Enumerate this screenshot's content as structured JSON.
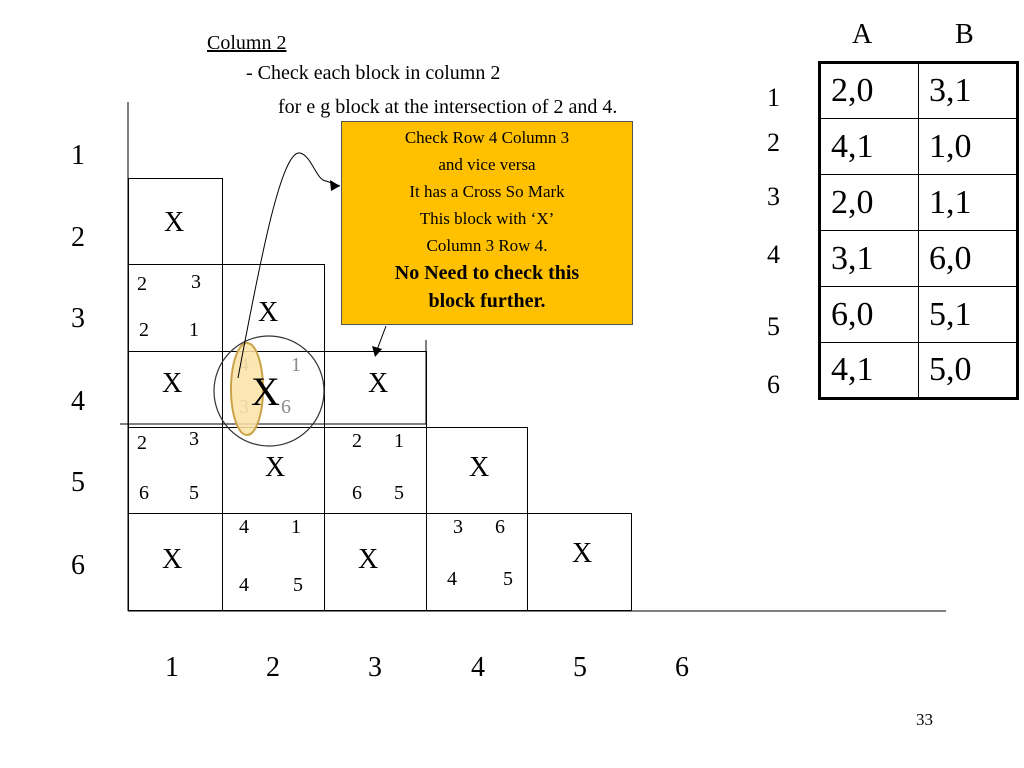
{
  "heading": "Column 2",
  "step_text": "- Check each block in column 2",
  "example_text": "for e g block at the intersection of  2 and 4.",
  "row_labels": [
    "1",
    "2",
    "3",
    "4",
    "5",
    "6"
  ],
  "col_labels": [
    "1",
    "2",
    "3",
    "4",
    "5",
    "6"
  ],
  "grid": {
    "mark": "X",
    "r3c1": [
      "2",
      "3",
      "2",
      "1"
    ],
    "r4c2": [
      "4",
      "1",
      "3",
      "6"
    ],
    "r5c1": [
      "2",
      "3",
      "6",
      "5"
    ],
    "r5c3": [
      "2",
      "1",
      "6",
      "5"
    ],
    "r6c2": [
      "4",
      "1",
      "4",
      "5"
    ],
    "r6c4": [
      "3",
      "6",
      "4",
      "5"
    ]
  },
  "callout": {
    "line1": "Check Row 4 Column 3",
    "line2": "and vice versa",
    "line3": "It has a Cross  So Mark",
    "line4": "This block with ‘X’",
    "line5": "Column 3 Row 4.",
    "bold1": "No Need to check this",
    "bold2": "block further."
  },
  "payoff_table": {
    "headers": [
      "A",
      "B"
    ],
    "row_numbers": [
      "1",
      "2",
      "3",
      "4",
      "5",
      "6"
    ],
    "rows": [
      [
        "2,0",
        "3,1"
      ],
      [
        "4,1",
        "1,0"
      ],
      [
        "2,0",
        "1,1"
      ],
      [
        "3,1",
        "6,0"
      ],
      [
        "6,0",
        "5,1"
      ],
      [
        "4,1",
        "5,0"
      ]
    ]
  },
  "page_number": "33",
  "colors": {
    "callout_fill": "#ffc000",
    "highlight_fill": "#fbe3a6",
    "highlight_stroke": "#c9a24a",
    "grey_text": "#8a8a8a"
  }
}
